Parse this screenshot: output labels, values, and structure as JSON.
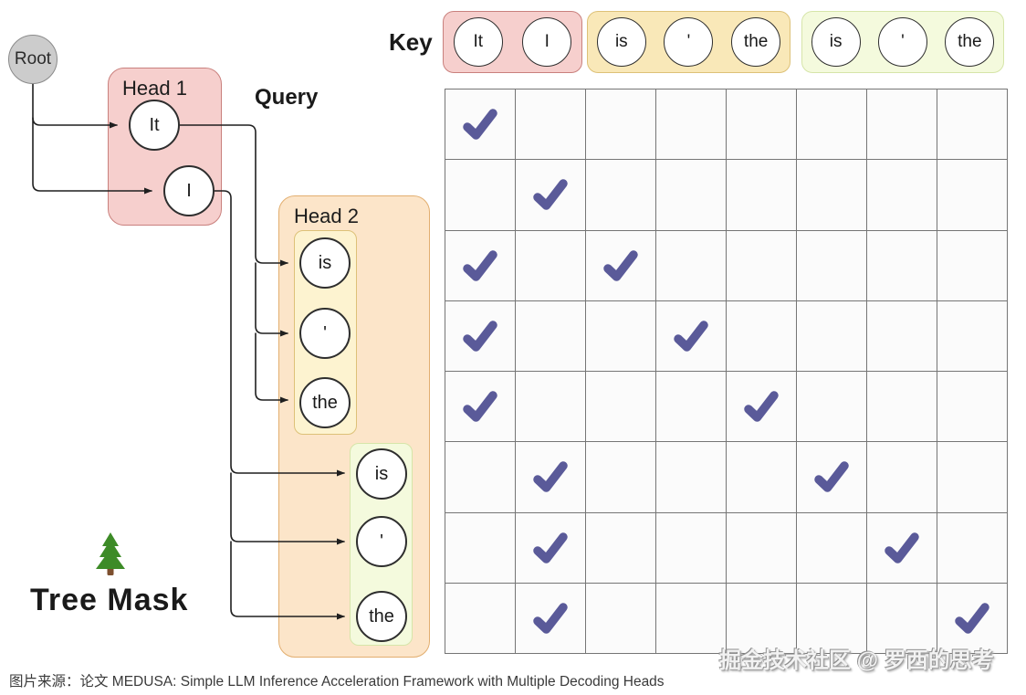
{
  "labels": {
    "query": "Query",
    "key": "Key",
    "tree_mask": "Tree Mask"
  },
  "root": {
    "label": "Root"
  },
  "heads": {
    "head1": {
      "label": "Head 1",
      "tokens": [
        "It",
        "I"
      ]
    },
    "head2": {
      "label": "Head 2",
      "groups": [
        {
          "parent": "It",
          "tokens": [
            "is",
            "'",
            "the"
          ]
        },
        {
          "parent": "I",
          "tokens": [
            "is",
            "'",
            "the"
          ]
        }
      ]
    }
  },
  "key_row": {
    "groups": [
      {
        "color_group": "pink",
        "tokens": [
          "It",
          "I"
        ]
      },
      {
        "color_group": "yellow",
        "tokens": [
          "is",
          "'",
          "the"
        ]
      },
      {
        "color_group": "green",
        "tokens": [
          "is",
          "'",
          "the"
        ]
      }
    ]
  },
  "mask": {
    "queries": [
      "It",
      "I",
      "is",
      "'",
      "the",
      "is",
      "'",
      "the"
    ],
    "keys": [
      "It",
      "I",
      "is",
      "'",
      "the",
      "is",
      "'",
      "the"
    ],
    "matrix": [
      [
        1,
        0,
        0,
        0,
        0,
        0,
        0,
        0
      ],
      [
        0,
        1,
        0,
        0,
        0,
        0,
        0,
        0
      ],
      [
        1,
        0,
        1,
        0,
        0,
        0,
        0,
        0
      ],
      [
        1,
        0,
        0,
        1,
        0,
        0,
        0,
        0
      ],
      [
        1,
        0,
        0,
        0,
        1,
        0,
        0,
        0
      ],
      [
        0,
        1,
        0,
        0,
        0,
        1,
        0,
        0
      ],
      [
        0,
        1,
        0,
        0,
        0,
        0,
        1,
        0
      ],
      [
        0,
        1,
        0,
        0,
        0,
        0,
        0,
        1
      ]
    ]
  },
  "caption": "图片来源：论文 MEDUSA: Simple LLM Inference Acceleration Framework with Multiple Decoding Heads",
  "watermark": "掘金技术社区 @ 罗西的思考",
  "colors": {
    "check": "#5a5a99",
    "pink_fill": "#f6cfcd",
    "pink_stroke": "#c9807d",
    "yellow_fill": "#fdf3d0",
    "keyyellow_fill": "#f9e8b8",
    "yellow_stroke": "#ddc178",
    "green_fill": "#f4fadd",
    "green_stroke": "#d6e5a9",
    "orange_fill": "#fce5c9",
    "orange_stroke": "#e2ae6f",
    "grid_line": "#757575",
    "cell_fill": "#fbfbfb",
    "node_stroke": "#2e2e2e",
    "root_fill": "#cccccc",
    "root_stroke": "#8a8a8a",
    "connector": "#1f1f1f",
    "tree_green": "#3d8b27",
    "tree_trunk": "#7d4f2e"
  }
}
